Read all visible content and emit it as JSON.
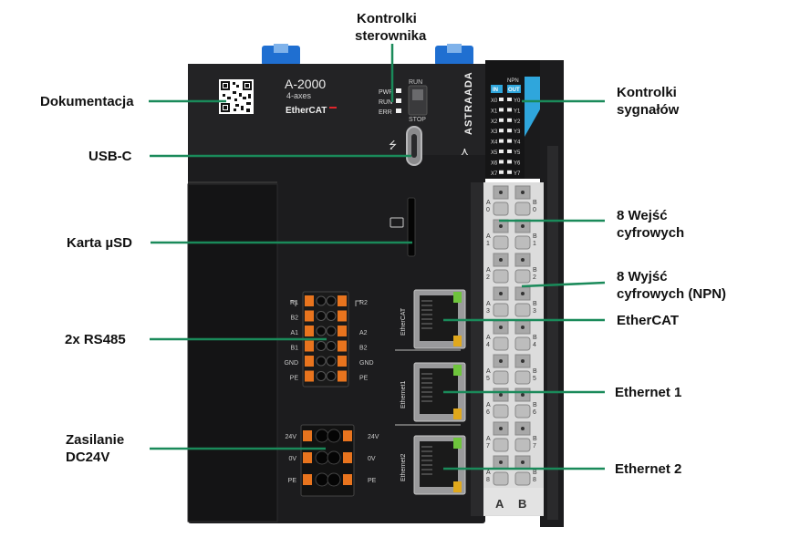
{
  "callouts": {
    "dokumentacja": "Dokumentacja",
    "kontrolki_sterownika_1": "Kontrolki",
    "kontrolki_sterownika_2": "sterownika",
    "kontrolki_sygnalow_1": "Kontrolki",
    "kontrolki_sygnalow_2": "sygnałów",
    "usb_c": "USB-C",
    "karta_usd": "Karta µSD",
    "wejscia_1": "8 Wejść",
    "wejscia_2": "cyfrowych",
    "wyjscia_1": "8 Wyjść",
    "wyjscia_2": "cyfrowych (NPN)",
    "rs485": "2x RS485",
    "ethercat": "EtherCAT",
    "ethernet1": "Ethernet 1",
    "zasilanie_1": "Zasilanie",
    "zasilanie_2": "DC24V",
    "ethernet2": "Ethernet 2"
  },
  "device": {
    "model": "A-2000",
    "axes": "4-axes",
    "bus_logo": "EtherCAT",
    "brand": "ASTRAADA",
    "led_pwr": "PWR",
    "led_run": "RUN",
    "led_err": "ERR",
    "switch_run": "RUN",
    "switch_stop": "STOP",
    "io_npn": "NPN",
    "io_in": "IN",
    "io_out": "OUT",
    "inputs": [
      "X0",
      "X1",
      "X2",
      "X3",
      "X4",
      "X5",
      "X6",
      "X7"
    ],
    "outputs": [
      "Y0",
      "Y1",
      "Y2",
      "Y3",
      "Y4",
      "Y5",
      "Y6",
      "Y7"
    ],
    "rs485_left": [
      "R1",
      "B2",
      "A1",
      "B1",
      "GND",
      "PE"
    ],
    "rs485_right": [
      "R2",
      "",
      "A2",
      "B2",
      "GND",
      "PE"
    ],
    "power_left": [
      "24V",
      "0V",
      "PE"
    ],
    "power_right": [
      "24V",
      "0V",
      "PE"
    ],
    "port_ethercat": "EtherCAT",
    "port_eth1": "Ethernet1",
    "port_eth2": "Ethernet2",
    "terminal_a": "A",
    "terminal_b": "B",
    "term_a_labels": [
      "A 0",
      "A 1",
      "A 2",
      "A 3",
      "A 4",
      "A 5",
      "A 6",
      "A 7",
      "A 8"
    ],
    "term_b_labels": [
      "B 0",
      "B 1",
      "B 2",
      "B 3",
      "B 4",
      "B 5",
      "B 6",
      "B 7",
      "B 8"
    ]
  },
  "colors": {
    "callout_line": "#1a8a5a",
    "body": "#1c1c1e",
    "orange": "#e8741e",
    "blue_tab": "#1f6fd1",
    "led_green": "#6ec43c",
    "led_yellow": "#e0a81c",
    "terminal_gray": "#d9d9d9"
  }
}
